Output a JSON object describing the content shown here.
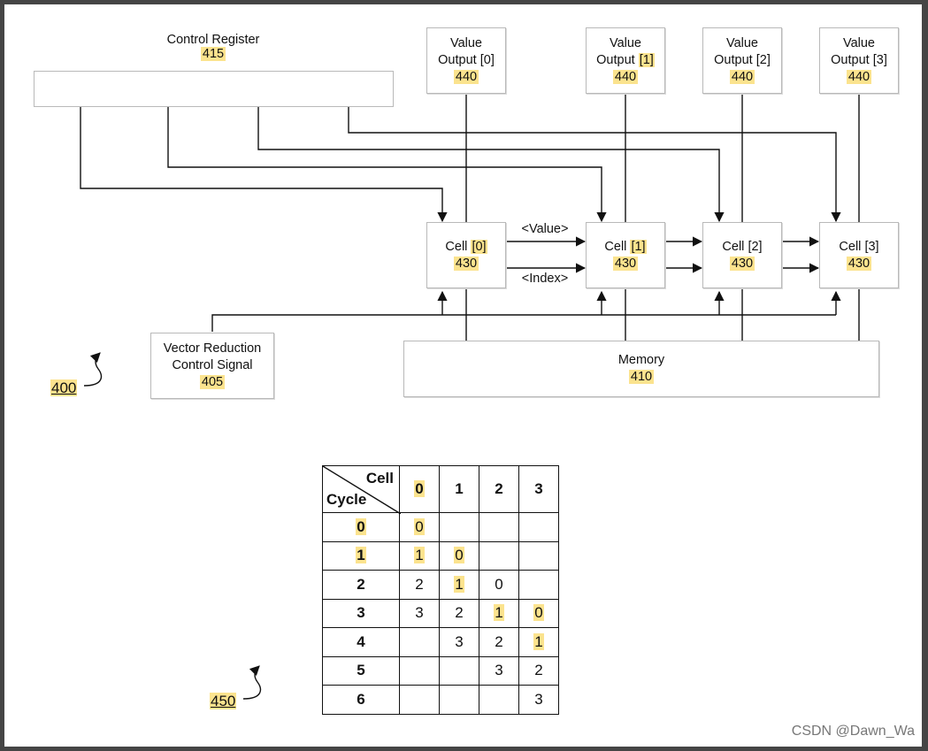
{
  "control_register": {
    "title": "Control Register",
    "ref": "415"
  },
  "value_outputs": [
    {
      "line1": "Value",
      "line2_pre": "Output [",
      "index": "0",
      "line2_post": "]",
      "index_highlight": false,
      "ref": "440"
    },
    {
      "line1": "Value",
      "line2_pre": "Output ",
      "index": "[1]",
      "line2_post": "",
      "index_highlight": true,
      "ref": "440"
    },
    {
      "line1": "Value",
      "line2_pre": "Output [",
      "index": "2",
      "line2_post": "]",
      "index_highlight": false,
      "ref": "440"
    },
    {
      "line1": "Value",
      "line2_pre": "Output [",
      "index": "3",
      "line2_post": "]",
      "index_highlight": false,
      "ref": "440"
    }
  ],
  "cells": [
    {
      "pre": "Cell ",
      "index": "[0]",
      "index_highlight": true,
      "ref": "430"
    },
    {
      "pre": "Cell ",
      "index": "[1]",
      "index_highlight": true,
      "ref": "430"
    },
    {
      "pre": "Cell ",
      "index": "[2]",
      "index_highlight": false,
      "ref": "430"
    },
    {
      "pre": "Cell ",
      "index": "[3]",
      "index_highlight": false,
      "ref": "430"
    }
  ],
  "signal_labels": {
    "value": "<Value>",
    "index": "<Index>"
  },
  "vector_reduction": {
    "line1": "Vector Reduction",
    "line2": "Control Signal",
    "ref": "405"
  },
  "memory": {
    "title": "Memory",
    "ref": "410"
  },
  "figure_refs": {
    "top": "400",
    "bottom": "450"
  },
  "table": {
    "corner_cell": "Cell",
    "corner_cycle": "Cycle",
    "columns": [
      "0",
      "1",
      "2",
      "3"
    ],
    "rows": [
      {
        "cycle": "0",
        "values": [
          "0",
          "",
          "",
          ""
        ]
      },
      {
        "cycle": "1",
        "values": [
          "1",
          "0",
          "",
          ""
        ]
      },
      {
        "cycle": "2",
        "values": [
          "2",
          "1",
          "0",
          ""
        ]
      },
      {
        "cycle": "3",
        "values": [
          "3",
          "2",
          "1",
          "0"
        ]
      },
      {
        "cycle": "4",
        "values": [
          "",
          "3",
          "2",
          "1"
        ]
      },
      {
        "cycle": "5",
        "values": [
          "",
          "",
          "3",
          "2"
        ]
      },
      {
        "cycle": "6",
        "values": [
          "",
          "",
          "",
          "3"
        ]
      }
    ]
  },
  "watermark": "CSDN @Dawn_Wa",
  "colors": {
    "highlight": "#fbe38e",
    "line": "#111111",
    "box_border": "#b9b9b9"
  }
}
